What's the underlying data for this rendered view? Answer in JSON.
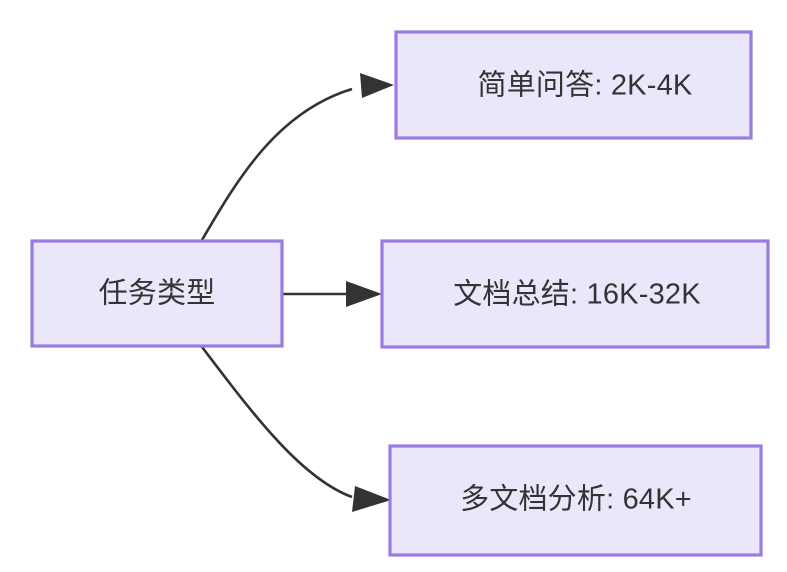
{
  "diagram": {
    "type": "flowchart",
    "direction": "left-to-right",
    "background_color": "#ffffff",
    "node_fill_color": "#eae7fb",
    "node_border_color": "#9a7ce0",
    "text_color": "#333333",
    "edge_color": "#333333",
    "root": {
      "id": "task-type",
      "label": "任务类型"
    },
    "branches": [
      {
        "id": "simple-qa",
        "label": "简单问答: 2K-4K",
        "edge_style": "curved",
        "arrow": "filled-triangle"
      },
      {
        "id": "doc-summary",
        "label": "文档总结: 16K-32K",
        "edge_style": "straight",
        "arrow": "filled-triangle"
      },
      {
        "id": "multi-doc-analysis",
        "label": "多文档分析: 64K+",
        "edge_style": "curved",
        "arrow": "filled-triangle"
      }
    ]
  }
}
